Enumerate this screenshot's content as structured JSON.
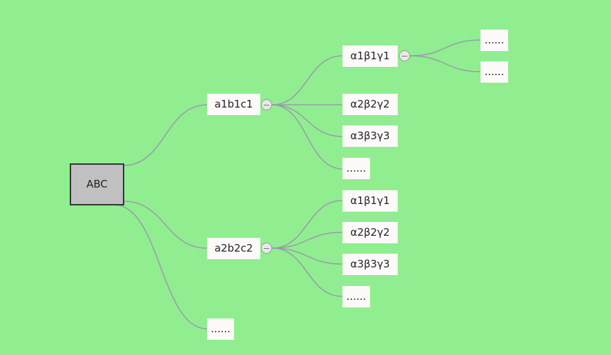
{
  "root": {
    "label": "ABC"
  },
  "level1": [
    {
      "label": "a1b1c1",
      "collapse_icon": "minus-circle-icon"
    },
    {
      "label": "a2b2c2",
      "collapse_icon": "minus-circle-icon"
    },
    {
      "label": "......"
    }
  ],
  "a1_children": [
    {
      "label": "α1β1γ1",
      "collapse_icon": "minus-circle-icon"
    },
    {
      "label": "α2β2γ2"
    },
    {
      "label": "α3β3γ3"
    },
    {
      "label": "......"
    }
  ],
  "a1g1_children": [
    {
      "label": "......"
    },
    {
      "label": "......"
    }
  ],
  "a2_children": [
    {
      "label": "α1β1γ1"
    },
    {
      "label": "α2β2γ2"
    },
    {
      "label": "α3β3γ3"
    },
    {
      "label": "......"
    }
  ],
  "colors": {
    "background": "#90ee90",
    "edge": "#9a9aaa",
    "root_fill": "#c0c0c0",
    "node_fill": "#fffafa"
  }
}
